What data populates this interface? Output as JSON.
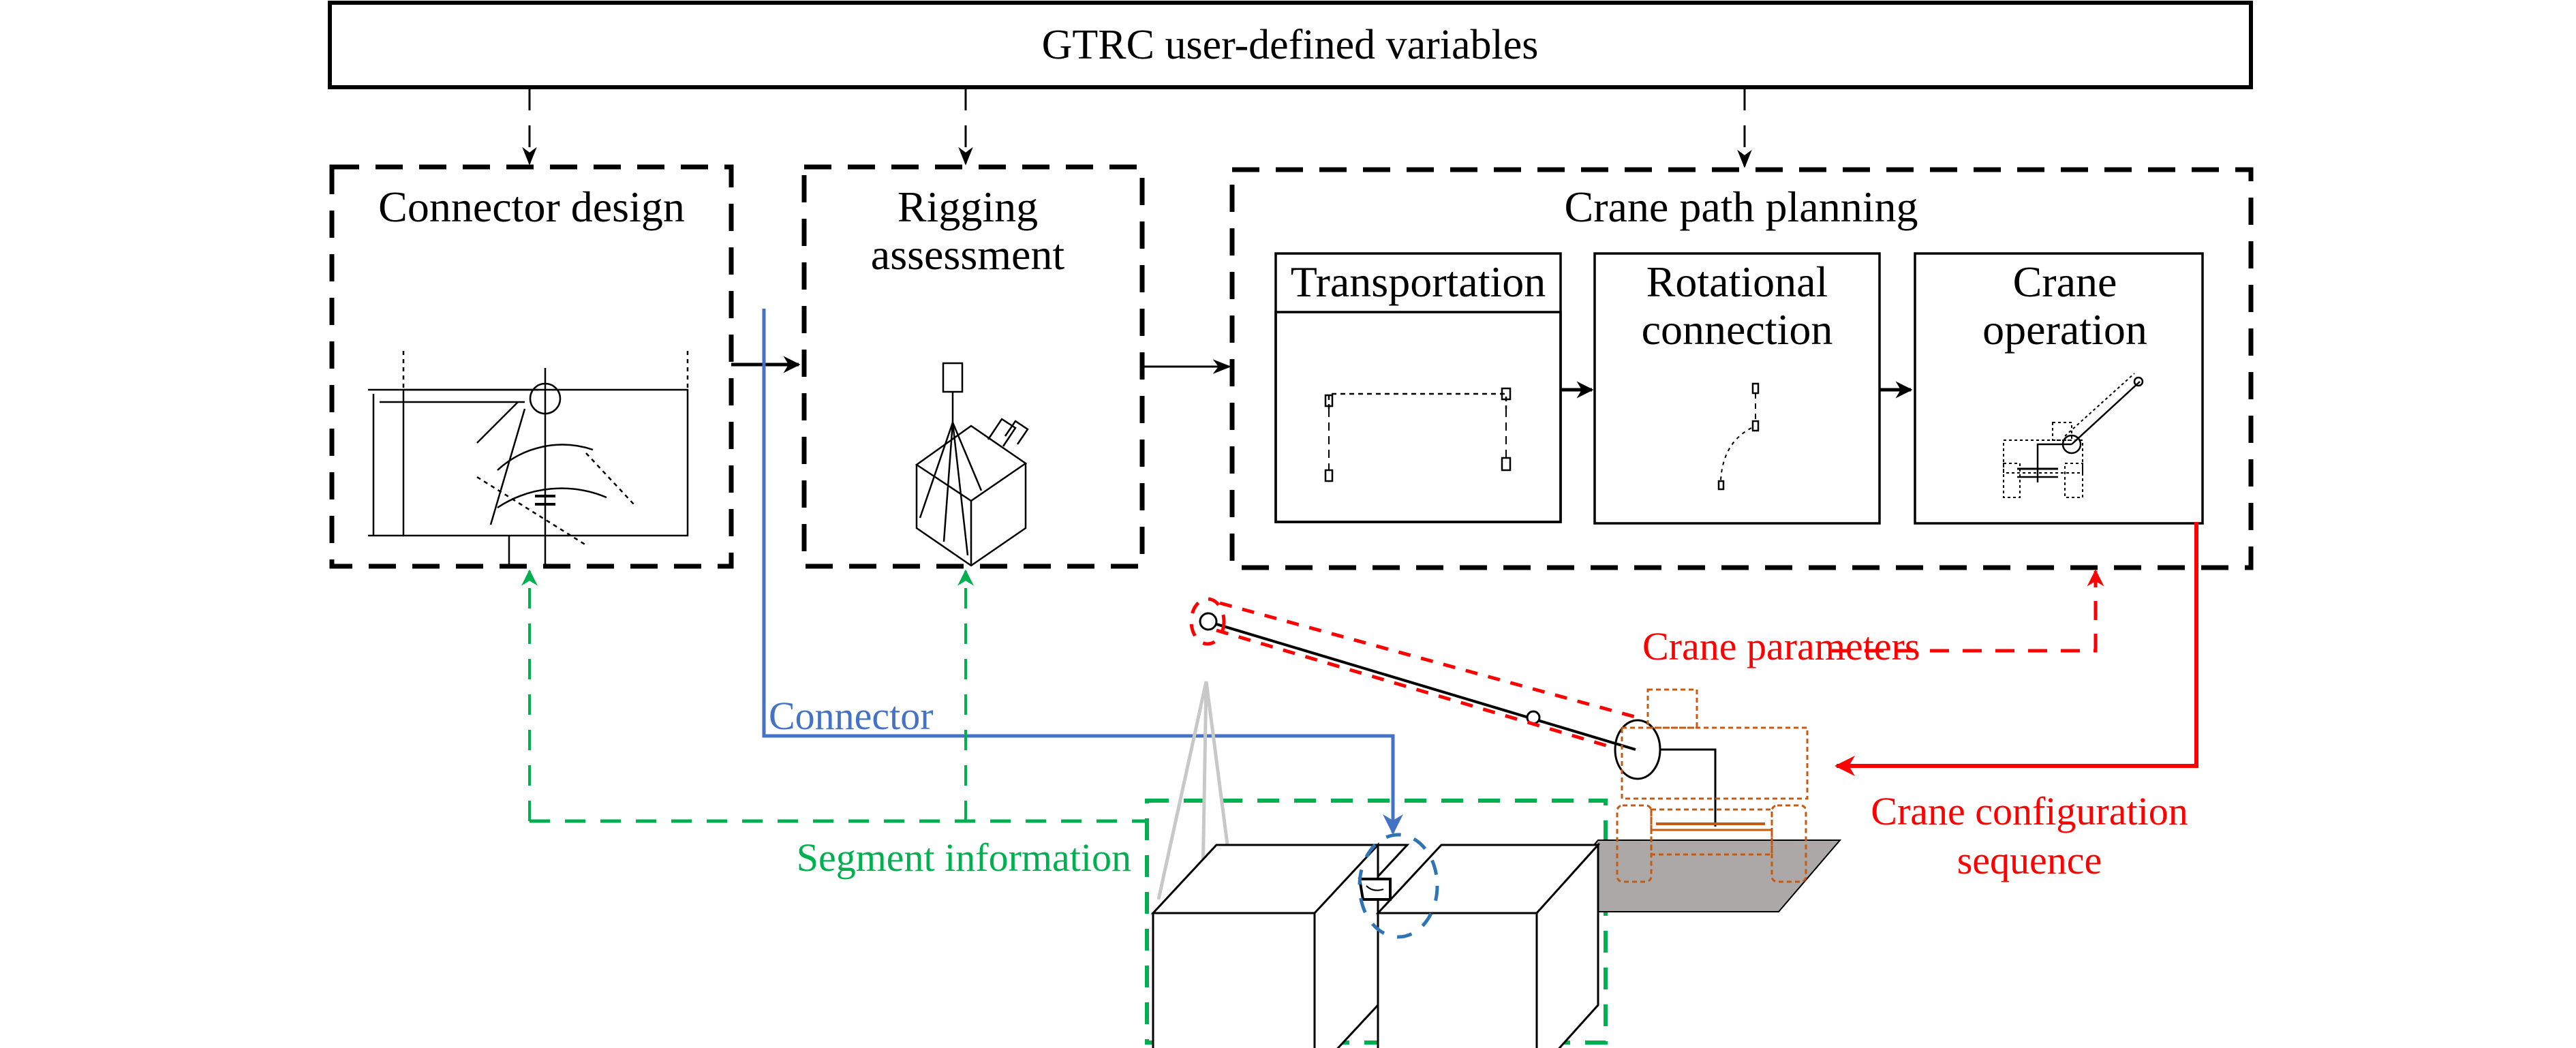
{
  "diagram": {
    "title": "GTRC user-defined variables",
    "modules": {
      "connector_design": {
        "label": "Connector design",
        "icon": "connector-drawing-icon"
      },
      "rigging_assessment": {
        "label_line1": "Rigging",
        "label_line2": "assessment",
        "icon": "rigging-cube-icon"
      },
      "crane_path_planning": {
        "label": "Crane path planning",
        "steps": [
          {
            "label_line1": "Transportation",
            "label_line2": "",
            "icon": "transport-path-icon"
          },
          {
            "label_line1": "Rotational",
            "label_line2": "connection",
            "icon": "rotation-path-icon"
          },
          {
            "label_line1": "Crane",
            "label_line2": "operation",
            "icon": "crane-icon"
          }
        ]
      }
    },
    "feedback_labels": {
      "connector": "Connector",
      "segment_information": "Segment information",
      "crane_parameters": "Crane parameters",
      "crane_configuration_line1": "Crane configuration",
      "crane_configuration_line2": "sequence"
    },
    "colors": {
      "connector": "#4472C4",
      "segment_information": "#00B050",
      "crane": "#FF0000",
      "crane_body": "#C55A11",
      "deck": "#ABA8A7",
      "cable": "#C8C8C8"
    }
  }
}
